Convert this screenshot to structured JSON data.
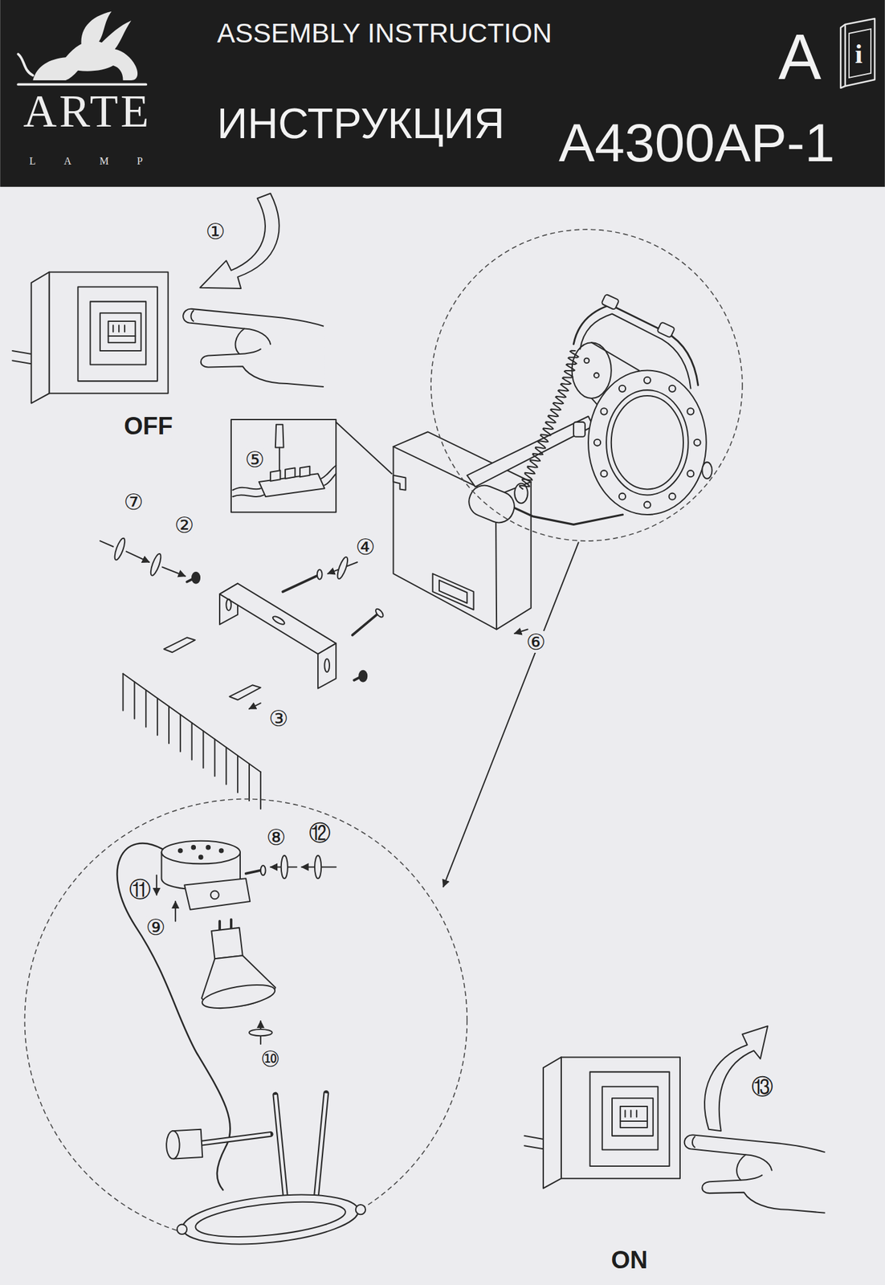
{
  "diagram": {
    "nodes": [
      {
        "text": [
          "ARTE",
          "LAMP",
          "ASSEMBLY INSTRUCTION",
          "ИНСТРУКЦИЯ",
          "A",
          "A4300AP-1"
        ]
      },
      {
        "text": [
          "i"
        ],
        "in": 0
      }
    ],
    "labels": [
      "①",
      "OFF",
      "⑤",
      "⑦",
      "②",
      "④",
      "⑥",
      "③",
      "⑧",
      "⑫",
      "⑪",
      "⑨",
      "⑩",
      "⑬",
      "ON"
    ]
  }
}
